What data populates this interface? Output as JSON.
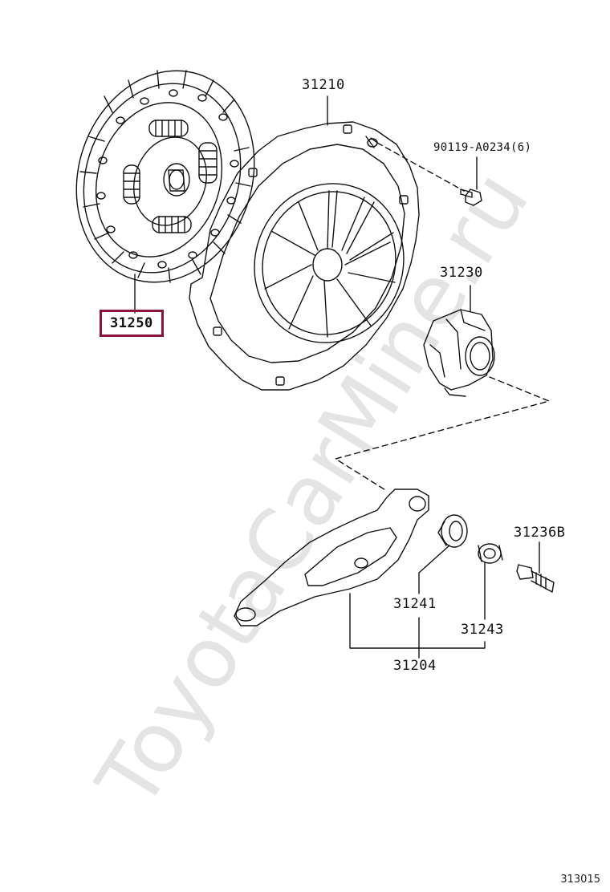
{
  "diagram": {
    "watermark": "ToyotaCarMine.ru",
    "figure_number": "313015",
    "parts": [
      {
        "label": "31250",
        "highlighted": true
      },
      {
        "label": "31210"
      },
      {
        "label": "90119-A0234(6)"
      },
      {
        "label": "31230"
      },
      {
        "label": "31236B"
      },
      {
        "label": "31241"
      },
      {
        "label": "31243"
      },
      {
        "label": "31204"
      }
    ],
    "colors": {
      "line": "#111111",
      "highlight_border": "#8b1538",
      "background": "#ffffff"
    }
  }
}
